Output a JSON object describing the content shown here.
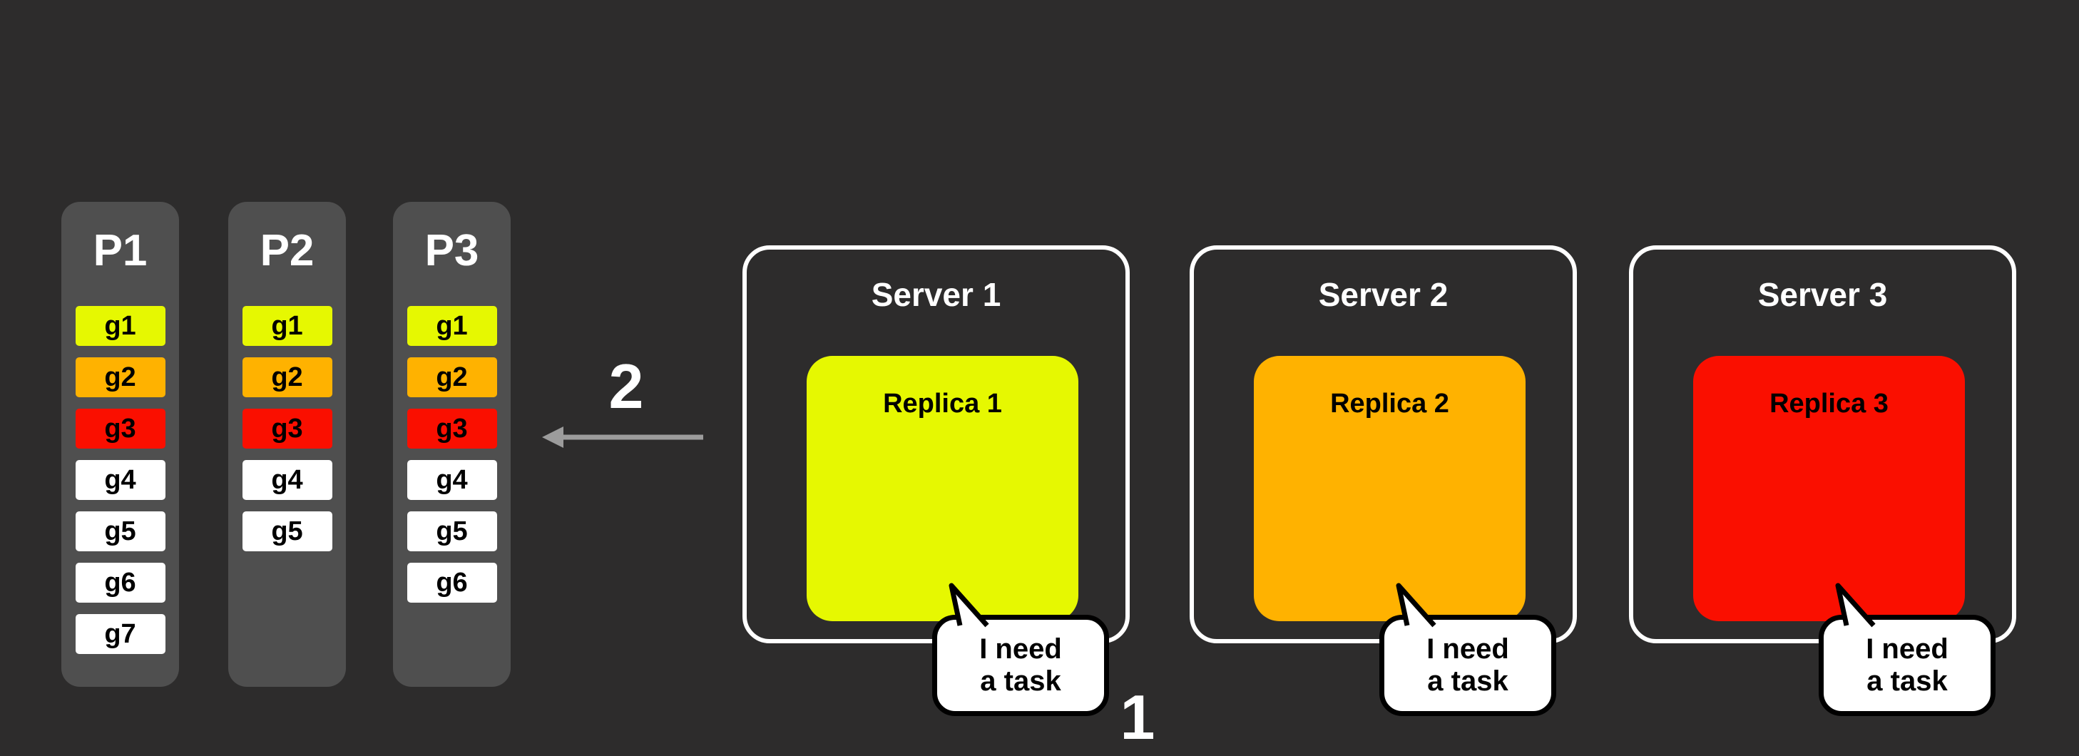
{
  "colors": {
    "background": "#2d2c2c",
    "panel": "#4f4f4f",
    "yellow": "#e6f801",
    "orange": "#ffb200",
    "red": "#fa0f00",
    "cell_white": "#ffffff",
    "arrow": "#9c9c9c"
  },
  "partitions": [
    {
      "label": "P1",
      "tasks": [
        {
          "id": "g1",
          "color": "#e6f801"
        },
        {
          "id": "g2",
          "color": "#ffb200"
        },
        {
          "id": "g3",
          "color": "#fa0f00"
        },
        {
          "id": "g4",
          "color": "#ffffff"
        },
        {
          "id": "g5",
          "color": "#ffffff"
        },
        {
          "id": "g6",
          "color": "#ffffff"
        },
        {
          "id": "g7",
          "color": "#ffffff"
        }
      ]
    },
    {
      "label": "P2",
      "tasks": [
        {
          "id": "g1",
          "color": "#e6f801"
        },
        {
          "id": "g2",
          "color": "#ffb200"
        },
        {
          "id": "g3",
          "color": "#fa0f00"
        },
        {
          "id": "g4",
          "color": "#ffffff"
        },
        {
          "id": "g5",
          "color": "#ffffff"
        }
      ]
    },
    {
      "label": "P3",
      "tasks": [
        {
          "id": "g1",
          "color": "#e6f801"
        },
        {
          "id": "g2",
          "color": "#ffb200"
        },
        {
          "id": "g3",
          "color": "#fa0f00"
        },
        {
          "id": "g4",
          "color": "#ffffff"
        },
        {
          "id": "g5",
          "color": "#ffffff"
        },
        {
          "id": "g6",
          "color": "#ffffff"
        }
      ]
    }
  ],
  "servers": [
    {
      "label": "Server 1",
      "replica": {
        "label": "Replica 1",
        "color": "#e6f801"
      },
      "bubble": "I need\na task"
    },
    {
      "label": "Server 2",
      "replica": {
        "label": "Replica 2",
        "color": "#ffb200"
      },
      "bubble": "I need\na task"
    },
    {
      "label": "Server 3",
      "replica": {
        "label": "Replica 3",
        "color": "#fa0f00"
      },
      "bubble": "I need\na task"
    }
  ],
  "annotations": {
    "step_assign": "2",
    "step_request": "1"
  }
}
